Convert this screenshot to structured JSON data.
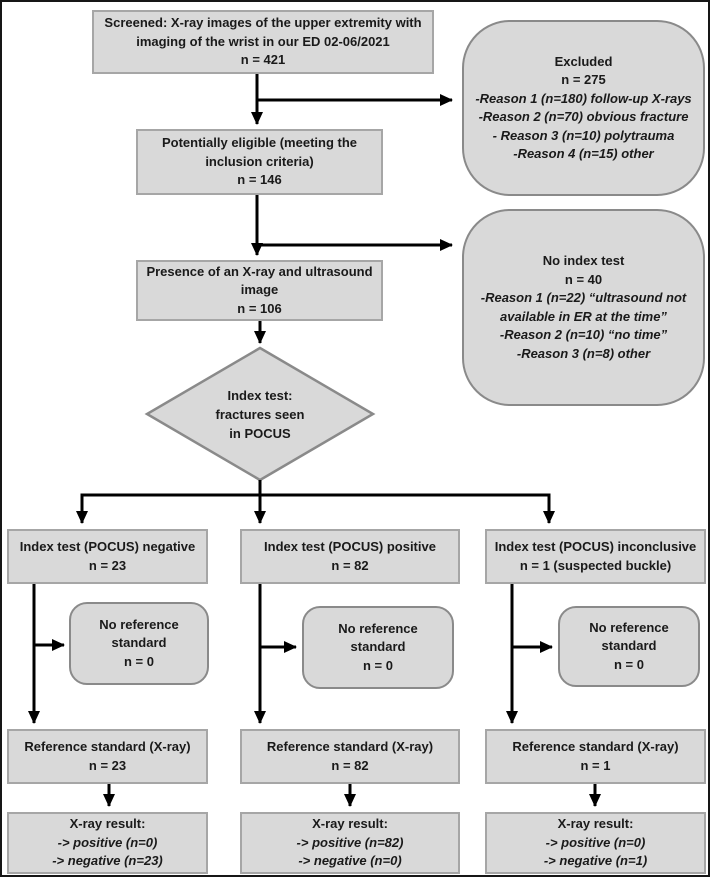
{
  "figure": {
    "type": "study-flow-diagram",
    "topic": "POCUS vs X-ray wrist fracture screening flowchart"
  },
  "colors": {
    "box_fill": "#d9d9d9",
    "box_border": "#a6a6a6",
    "rounded_border": "#8a8a8a",
    "arrow": "#000000",
    "text": "#1a1a1a"
  },
  "nodes": {
    "screened": {
      "lines": [
        "Screened: X-ray images of the upper extremity with",
        "imaging of the wrist in our ED 02-06/2021",
        "n = 421"
      ]
    },
    "excluded": {
      "title": "Excluded",
      "count": "n = 275",
      "reasons": [
        "-Reason 1 (n=180) follow-up X-rays",
        "-Reason 2 (n=70) obvious fracture",
        "- Reason 3 (n=10) polytrauma",
        "-Reason 4 (n=15) other"
      ]
    },
    "eligible": {
      "lines": [
        "Potentially eligible (meeting the",
        "inclusion criteria)",
        "n = 146"
      ]
    },
    "no_index_test": {
      "title": "No index test",
      "count": "n = 40",
      "reasons": [
        "-Reason 1 (n=22) “ultrasound not",
        "available in ER at the time”",
        "-Reason 2 (n=10) “no time”",
        "-Reason 3 (n=8) other"
      ]
    },
    "presence": {
      "lines": [
        "Presence of an X-ray and ultrasound",
        "image",
        "n = 106"
      ]
    },
    "decision": {
      "lines": [
        "Index test:",
        "fractures seen",
        "in POCUS"
      ]
    },
    "pocus_negative": {
      "lines": [
        "Index test (POCUS) negative",
        "n = 23"
      ]
    },
    "pocus_positive": {
      "lines": [
        "Index test (POCUS) positive",
        "n = 82"
      ]
    },
    "pocus_inconclusive": {
      "lines": [
        "Index test (POCUS) inconclusive",
        "n = 1 (suspected buckle)"
      ]
    },
    "no_ref_left": {
      "lines": [
        "No reference",
        "standard",
        "n = 0"
      ]
    },
    "no_ref_mid": {
      "lines": [
        "No reference",
        "standard",
        "n = 0"
      ]
    },
    "no_ref_right": {
      "lines": [
        "No reference",
        "standard",
        "n = 0"
      ]
    },
    "ref_left": {
      "lines": [
        "Reference standard (X-ray)",
        "n = 23"
      ]
    },
    "ref_mid": {
      "lines": [
        "Reference standard (X-ray)",
        "n = 82"
      ]
    },
    "ref_right": {
      "lines": [
        "Reference standard (X-ray)",
        "n = 1"
      ]
    },
    "result_left": {
      "title": "X-ray result:",
      "items": [
        "-> positive (n=0)",
        "-> negative (n=23)"
      ]
    },
    "result_mid": {
      "title": "X-ray result:",
      "items": [
        "-> positive (n=82)",
        "-> negative (n=0)"
      ]
    },
    "result_right": {
      "title": "X-ray result:",
      "items": [
        "-> positive (n=0)",
        "-> negative (n=1)"
      ]
    }
  }
}
